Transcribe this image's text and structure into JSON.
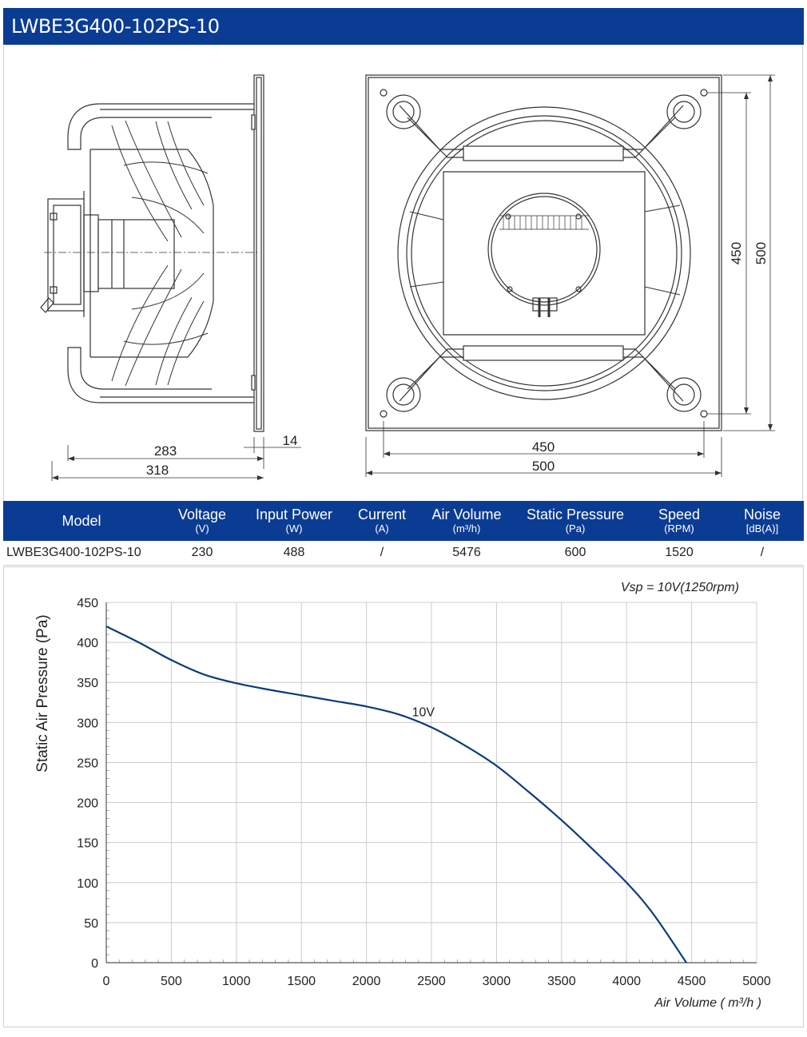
{
  "header": {
    "title": "LWBE3G400-102PS-10"
  },
  "drawing": {
    "side_view": {
      "dim_283": "283",
      "dim_318": "318",
      "dim_14": "14"
    },
    "front_view": {
      "dim_width_450": "450",
      "dim_width_500": "500",
      "dim_height_450": "450",
      "dim_height_500": "500"
    }
  },
  "spec_table": {
    "columns": [
      {
        "label": "Model",
        "unit": ""
      },
      {
        "label": "Voltage",
        "unit": "(V)"
      },
      {
        "label": "Input Power",
        "unit": "(W)"
      },
      {
        "label": "Current",
        "unit": "(A)"
      },
      {
        "label": "Air Volume",
        "unit": "(m³/h)"
      },
      {
        "label": "Static Pressure",
        "unit": "(Pa)"
      },
      {
        "label": "Speed",
        "unit": "(RPM)"
      },
      {
        "label": "Noise",
        "unit": "[dB(A)]"
      }
    ],
    "row": [
      "LWBE3G400-102PS-10",
      "230",
      "488",
      "/",
      "5476",
      "600",
      "1520",
      "/"
    ]
  },
  "chart_data": {
    "type": "line",
    "title": "Vsp = 10V(1250rpm)",
    "xlabel": "Air Volume ( m³/h )",
    "ylabel": "Static Air Pressure  (Pa)",
    "xlim": [
      0,
      5000
    ],
    "ylim": [
      0,
      450
    ],
    "xticks": [
      0,
      500,
      1000,
      1500,
      2000,
      2500,
      3000,
      3500,
      4000,
      4500,
      5000
    ],
    "yticks": [
      0,
      50,
      100,
      150,
      200,
      250,
      300,
      350,
      400,
      450
    ],
    "grid": true,
    "colors": {
      "line": "#0b3c7a",
      "grid": "#cccccc"
    },
    "series": [
      {
        "name": "10V",
        "x": [
          0,
          250,
          500,
          750,
          1000,
          1250,
          1500,
          1750,
          2000,
          2250,
          2500,
          2750,
          3000,
          3250,
          3500,
          3750,
          4000,
          4200,
          4460
        ],
        "y": [
          420,
          400,
          378,
          360,
          349,
          341,
          334,
          327,
          320,
          310,
          294,
          272,
          246,
          213,
          178,
          140,
          100,
          62,
          0
        ]
      }
    ],
    "annotations": [
      {
        "text": "10V",
        "x": 2350,
        "y": 308
      }
    ]
  }
}
